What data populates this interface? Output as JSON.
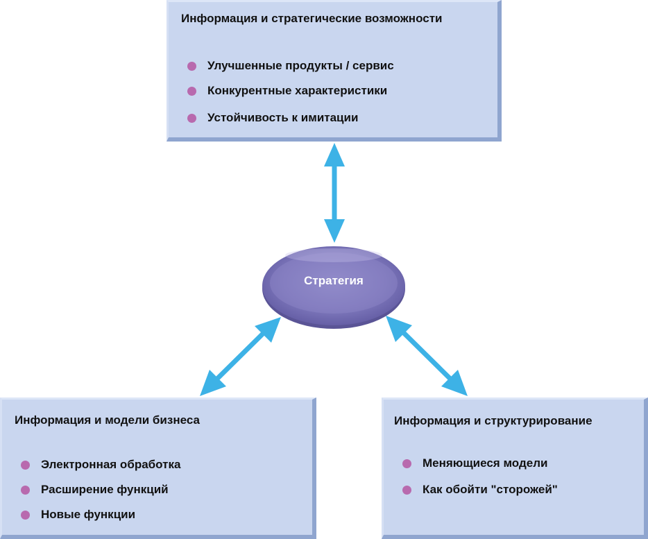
{
  "top_box": {
    "title": "Информация и стратегические возможности",
    "items": [
      "Улучшенные продукты / сервис",
      "Конкурентные характеристики",
      "Устойчивость к имитации"
    ]
  },
  "center": {
    "label": "Стратегия"
  },
  "left_box": {
    "title": "Информация и модели бизнеса",
    "items": [
      "Электронная обработка",
      "Расширение функций",
      "Новые функции"
    ]
  },
  "right_box": {
    "title": "Информация и структурирование",
    "items": [
      "Меняющиеся модели",
      "Как обойти \"сторожей\""
    ]
  },
  "colors": {
    "box_fill": "#c9d6ef",
    "box_shadow": "#8fa5cf",
    "bullet": "#b86aae",
    "arrow": "#3db2e6",
    "ellipse_outer": "#6f68ae",
    "ellipse_inner": "#8a84c4"
  }
}
